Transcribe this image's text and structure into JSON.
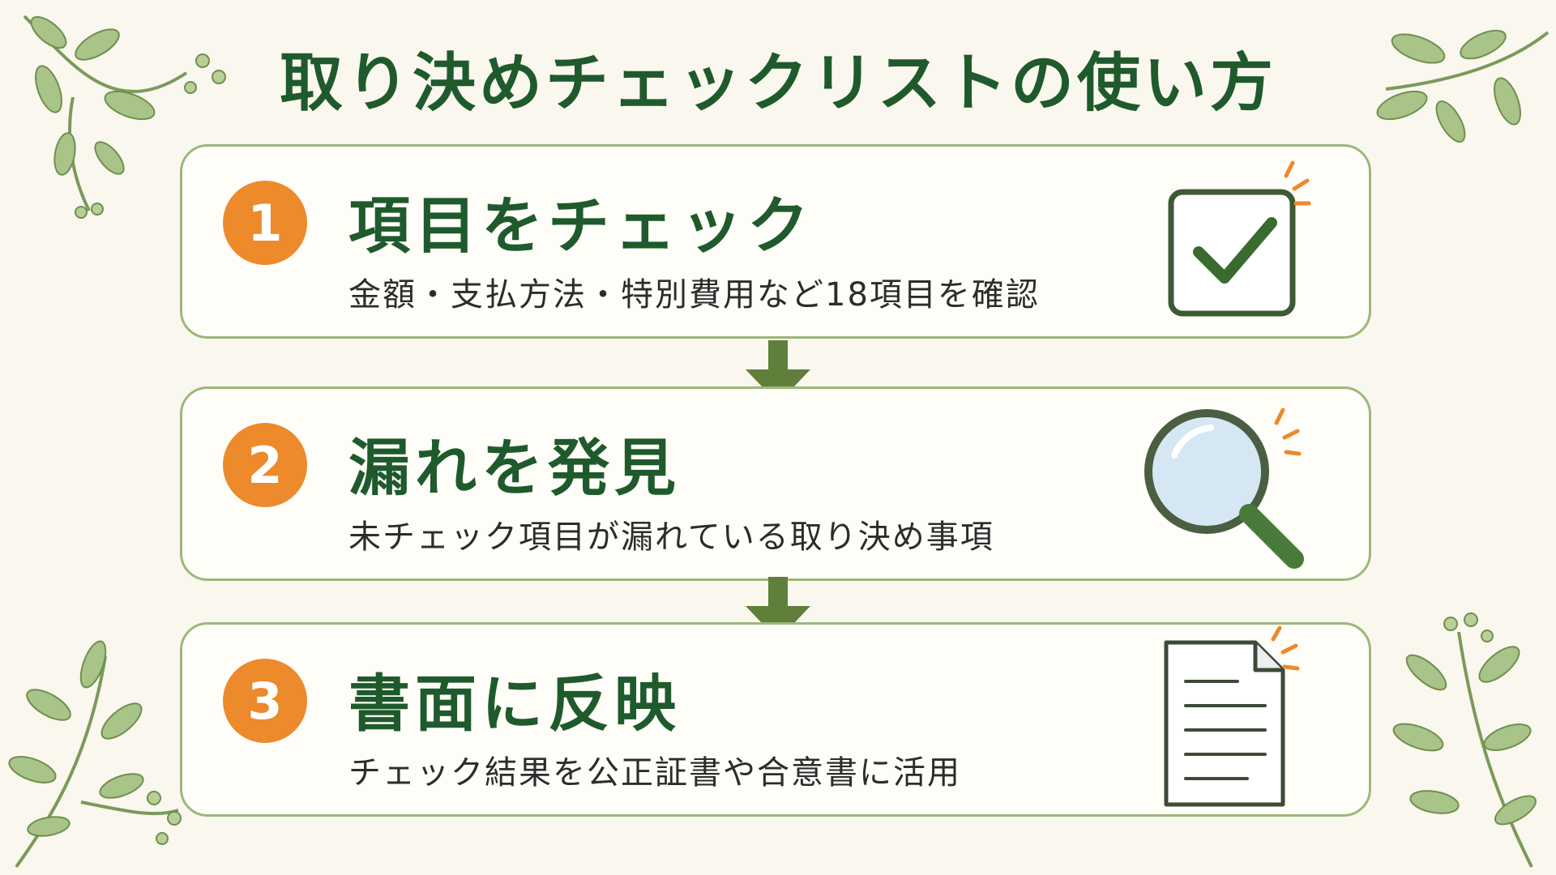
{
  "title": "取り決めチェックリストの使い方",
  "steps": [
    {
      "number": "1",
      "heading": "項目をチェック",
      "description": "金額・支払方法・特別費用など18項目を確認",
      "icon": "checkbox-icon"
    },
    {
      "number": "2",
      "heading": "漏れを発見",
      "description": "未チェック項目が漏れている取り決め事項",
      "icon": "magnifier-icon"
    },
    {
      "number": "3",
      "heading": "書面に反映",
      "description": "チェック結果を公正証書や合意書に活用",
      "icon": "document-icon"
    }
  ],
  "colors": {
    "accent": "#ec8a2c",
    "title_green": "#1f5a2c",
    "border_green": "#9bb87a",
    "background": "#faf7ee"
  }
}
